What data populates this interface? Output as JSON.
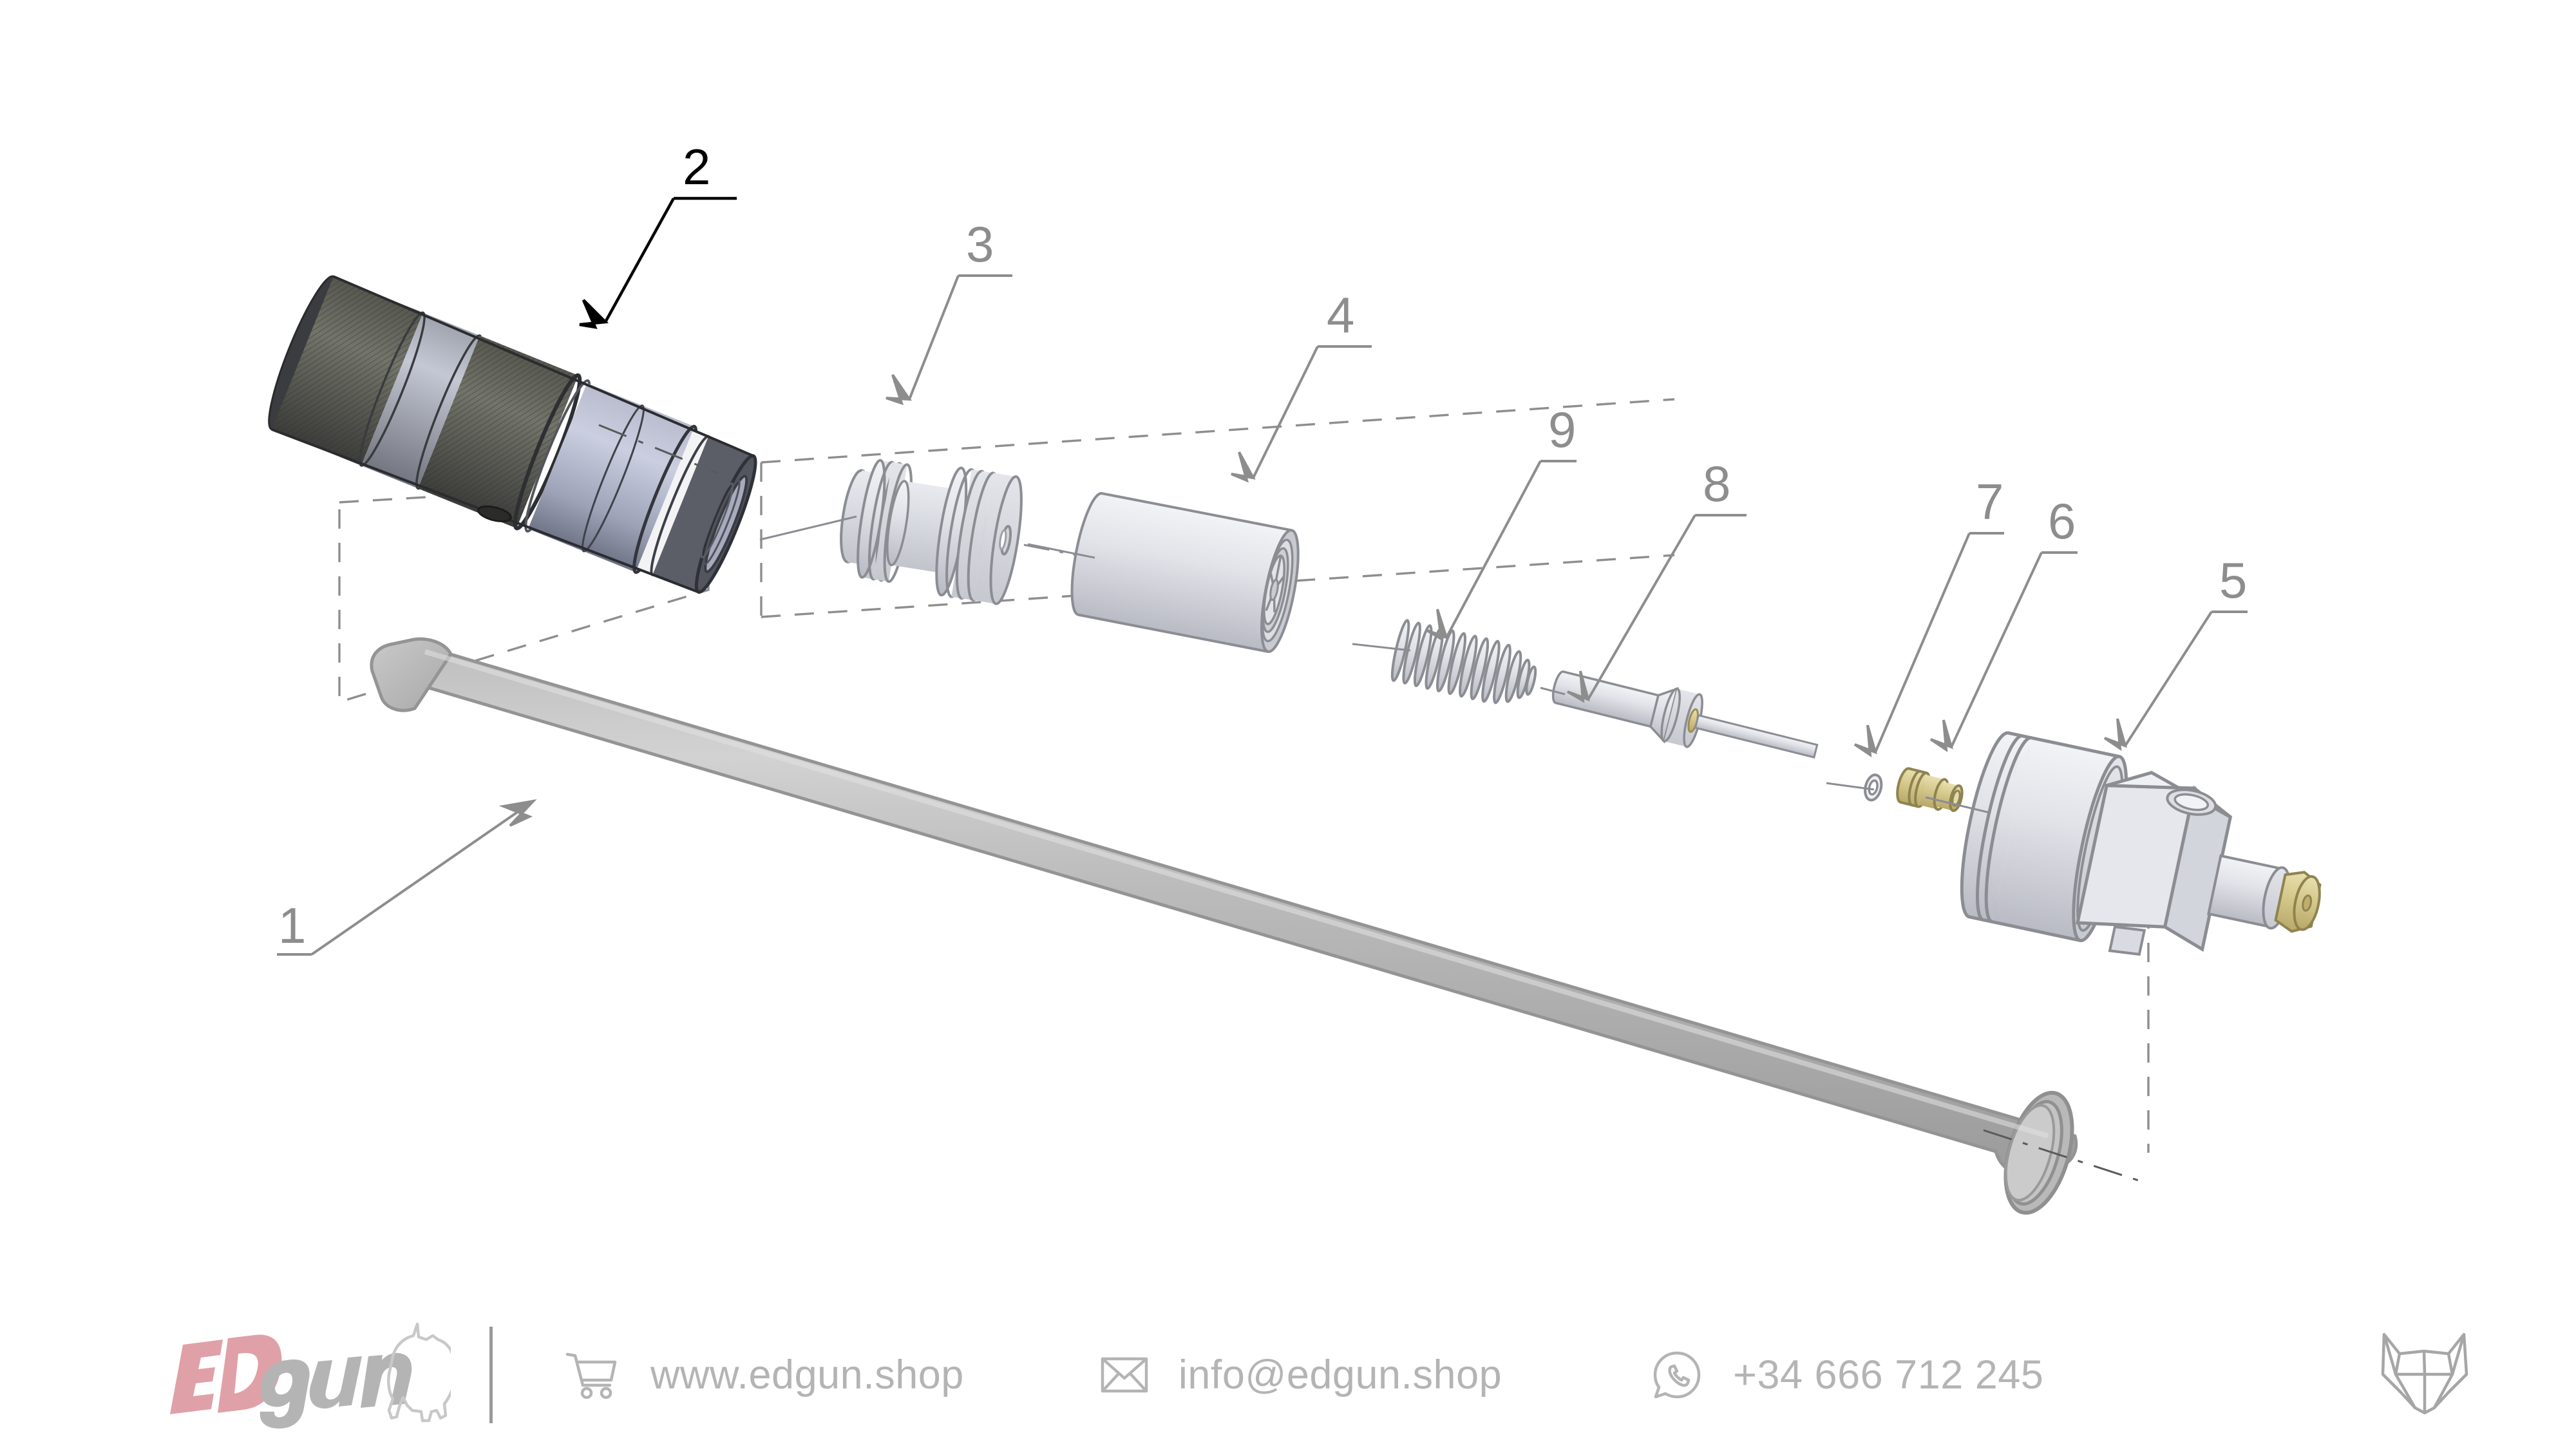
{
  "document": {
    "type": "exploded-parts-diagram",
    "background_color": "#ffffff"
  },
  "callouts": [
    {
      "id": "2",
      "label": "2",
      "color": "#000000",
      "part": "moderator-silencer"
    },
    {
      "id": "3",
      "label": "3",
      "color": "#8d8d8d",
      "part": "baffle-spool"
    },
    {
      "id": "4",
      "label": "4",
      "color": "#8d8d8d",
      "part": "sleeve-tube"
    },
    {
      "id": "9",
      "label": "9",
      "color": "#8d8d8d",
      "part": "coil-spring"
    },
    {
      "id": "8",
      "label": "8",
      "color": "#8d8d8d",
      "part": "push-rod"
    },
    {
      "id": "7",
      "label": "7",
      "color": "#8d8d8d",
      "part": "o-ring"
    },
    {
      "id": "6",
      "label": "6",
      "color": "#8d8d8d",
      "part": "brass-bushing"
    },
    {
      "id": "5",
      "label": "5",
      "color": "#8d8d8d",
      "part": "valve-assembly"
    },
    {
      "id": "1",
      "label": "1",
      "color": "#8d8d8d",
      "part": "main-tube"
    }
  ],
  "footer": {
    "logo": {
      "text_ed": "ED",
      "text_gun": "gun",
      "color_ed": "#e0a0a8",
      "color_gun": "#b4b4b4",
      "mascot": "dog-outline"
    },
    "website": {
      "icon": "cart-icon",
      "text": "www.edgun.shop"
    },
    "email": {
      "icon": "envelope-icon",
      "text": "info@edgun.shop"
    },
    "phone": {
      "icon": "whatsapp-icon",
      "text": "+34 666 712 245"
    },
    "mark": {
      "icon": "wolf-head-icon"
    },
    "text_color": "#b4b4b4"
  }
}
